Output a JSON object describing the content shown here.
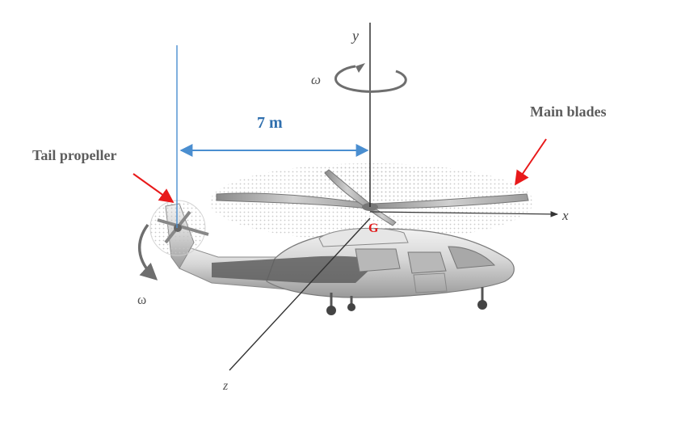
{
  "labels": {
    "distance": "7 m",
    "main_blades": "Main blades",
    "tail_propeller": "Tail propeller",
    "center_of_mass": "G",
    "axis_x": "x",
    "axis_y": "y",
    "axis_z": "z",
    "omega_main": "ω",
    "omega_tail": "ω"
  },
  "colors": {
    "dimension_line": "#4a8ed0",
    "dimension_text": "#2f6fae",
    "pointer_arrow": "#e8191a",
    "label_grey": "#5d5d5d",
    "center_label": "#e21a1a",
    "axis_line": "#222222",
    "fuselage_light": "#d8d8d8",
    "fuselage_dark": "#5e5e5e"
  },
  "icons": {
    "main_rotation": "circular-arrow-icon",
    "tail_rotation": "curved-arrow-icon"
  }
}
